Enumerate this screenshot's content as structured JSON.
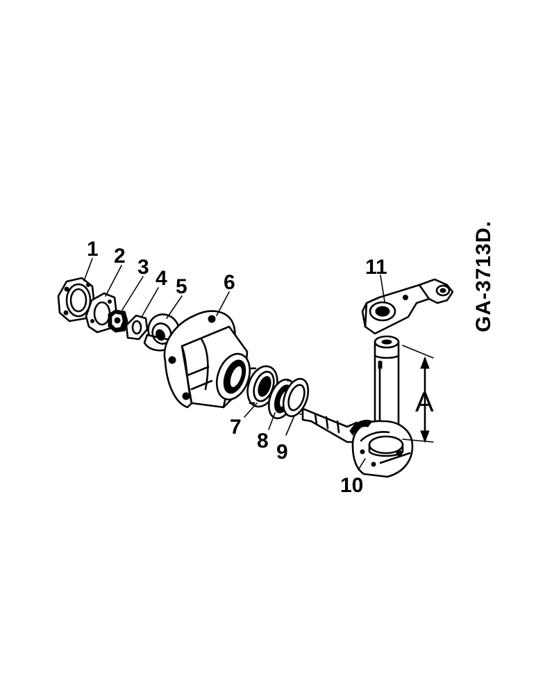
{
  "figure": {
    "code": "GA-3713D.",
    "dimension_label": "A",
    "callouts": [
      "1",
      "2",
      "3",
      "4",
      "5",
      "6",
      "7",
      "8",
      "9",
      "10",
      "11"
    ]
  },
  "parts": [
    {
      "number": "1",
      "icon": "hub-cap-icon"
    },
    {
      "number": "2",
      "icon": "gasket-icon"
    },
    {
      "number": "3",
      "icon": "castle-nut-icon"
    },
    {
      "number": "4",
      "icon": "washer-icon"
    },
    {
      "number": "5",
      "icon": "outer-bearing-icon"
    },
    {
      "number": "6",
      "icon": "wheel-hub-icon"
    },
    {
      "number": "7",
      "icon": "inner-bearing-icon"
    },
    {
      "number": "8",
      "icon": "bearing-cup-icon"
    },
    {
      "number": "9",
      "icon": "seal-icon"
    },
    {
      "number": "10",
      "icon": "steering-knuckle-icon"
    },
    {
      "number": "11",
      "icon": "steering-arm-icon"
    }
  ]
}
